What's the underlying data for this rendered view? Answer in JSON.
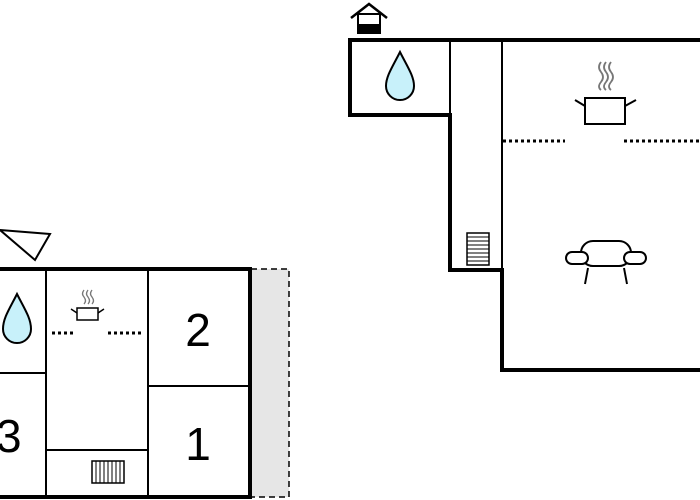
{
  "floor_plan": {
    "room_numbers": [
      "1",
      "2",
      "3"
    ],
    "icons": {
      "entrance": "house-entrance-icon",
      "bathroom": "water-drop-icon",
      "kitchen": "cooking-pot-icon",
      "living": "sofa-icon",
      "stairs": "staircase-icon",
      "compass": "compass-arrow-icon"
    },
    "colors": {
      "water": "#c8f1fa",
      "terrace": "#e6e6e6",
      "wall": "#000000"
    }
  }
}
